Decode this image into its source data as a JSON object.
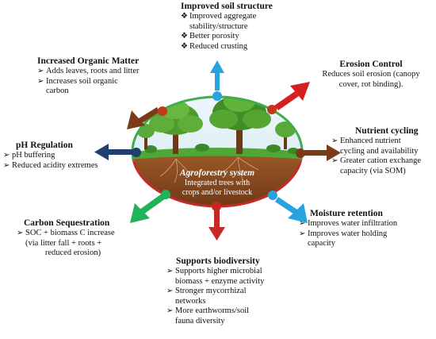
{
  "center": {
    "title": "Agroforestry system",
    "line1": "Integrated trees with",
    "line2": "crops and/or livestock"
  },
  "colors": {
    "ellipse_outline_top": "#3fae49",
    "ellipse_outline_bottom": "#c62a2a",
    "soil": "#8a4a1e",
    "sky": "#d8ecf4",
    "grass": "#4fa836"
  },
  "boxes": {
    "soil_structure": {
      "title": "Improved soil structure",
      "bullet_icon": "diamond-cross-icon",
      "items": [
        "Improved aggregate",
        "stability/structure",
        "Better porosity",
        "Reduced crusting"
      ]
    },
    "organic_matter": {
      "title": "Increased Organic Matter",
      "bullet_icon": "check-arrow-icon",
      "items": [
        "Adds leaves, roots and litter",
        "Increases soil organic",
        "carbon"
      ]
    },
    "erosion": {
      "title": "Erosion Control",
      "lines": [
        "Reduces soil erosion (canopy",
        "cover, rot binding)."
      ]
    },
    "ph": {
      "title": "pH Regulation",
      "bullet_icon": "check-arrow-icon",
      "items": [
        "pH buffering",
        "Reduced acidity extremes"
      ]
    },
    "nutrient": {
      "title": "Nutrient cycling",
      "bullet_icon": "check-arrow-icon",
      "items": [
        "Enhanced nutrient",
        "cycling and availability",
        "Greater cation exchange",
        "capacity (via SOM)"
      ]
    },
    "carbon": {
      "title": "Carbon Sequestration",
      "bullet_icon": "check-arrow-icon",
      "items": [
        "SOC + biomass C increase",
        "(via litter fall + roots +",
        "reduced erosion)"
      ]
    },
    "moisture": {
      "title": "Moisture retention",
      "bullet_icon": "check-arrow-icon",
      "items": [
        "Improves water infiltration",
        "Improves water holding",
        "capacity"
      ]
    },
    "biodiversity": {
      "title": "Supports biodiversity",
      "bullet_icon": "check-arrow-icon",
      "items": [
        "Supports higher microbial",
        "biomass + enzyme activity",
        "Stronger mycorrhizal",
        "networks",
        "More earthworms/soil",
        "fauna diversity"
      ]
    }
  },
  "arrows": [
    {
      "name": "up",
      "color": "#29a3dd",
      "dot": "#29a3dd"
    },
    {
      "name": "upper-left",
      "color": "#7a3b16",
      "dot": "#c0391b"
    },
    {
      "name": "upper-right",
      "color": "#d62020",
      "dot": "#c0391b"
    },
    {
      "name": "left",
      "color": "#1f3f6e",
      "dot": "#1f3f6e"
    },
    {
      "name": "right",
      "color": "#7a3b16",
      "dot": "#7a3b16"
    },
    {
      "name": "lower-left",
      "color": "#20b35a",
      "dot": "#20b35a"
    },
    {
      "name": "lower-right",
      "color": "#29a3dd",
      "dot": "#29a3dd"
    },
    {
      "name": "down",
      "color": "#c62828",
      "dot": "#c62828"
    }
  ]
}
